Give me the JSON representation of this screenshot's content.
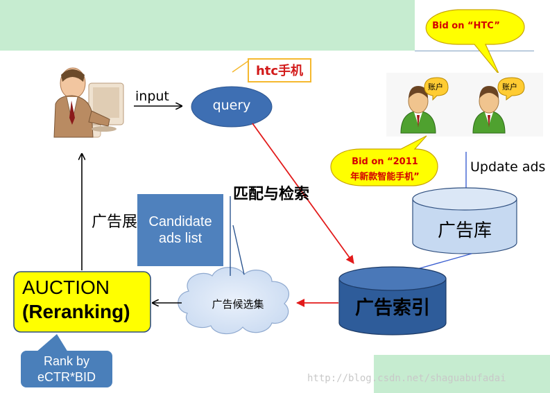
{
  "user": {
    "input_label": "input"
  },
  "query": {
    "label": "query",
    "example": "htc手机"
  },
  "bids": {
    "htc": "Bid on “HTC”",
    "smartphone_line1": "Bid on “2011",
    "smartphone_line2": "年新款智能手机”"
  },
  "accounts": {
    "label": "账户"
  },
  "update_ads_label": "Update ads",
  "ad_db_label": "广告库",
  "ad_index_label": "广告索引",
  "match_retrieve_label": "匹配与检索",
  "candidate_set_label": "广告候选集",
  "candidate_ads": {
    "line1": "Candidate",
    "line2": "ads list"
  },
  "auction": {
    "line1": "AUCTION",
    "line2": "(Reranking)"
  },
  "rank": {
    "line1": "Rank by",
    "line2": "eCTR*BID"
  },
  "display_label": "广告展",
  "watermark": "http://blog.csdn.net/shaguabufadai",
  "colors": {
    "light_green": "#c6ecd0",
    "ellipse_blue": "#3e6fb3",
    "db_light": "#c6d9f1",
    "db_dark": "#2e5c9a",
    "speech_yellow": "#ffff00",
    "bid_red": "#d40000",
    "arrow_red": "#e21a1a",
    "auction_yellow": "#ffff00",
    "candidate_blue": "#4f81bd"
  }
}
